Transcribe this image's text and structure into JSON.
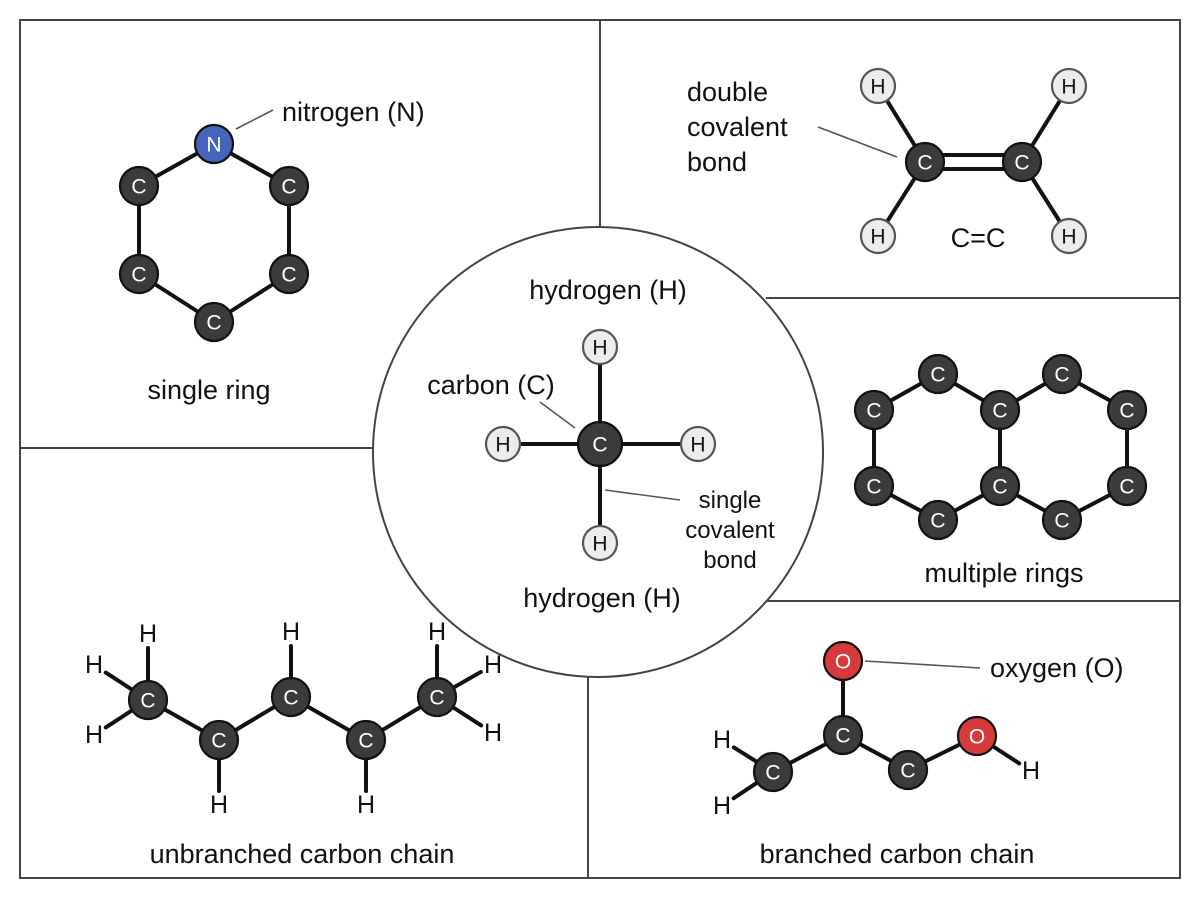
{
  "colors": {
    "carbon": "#3b3b3b",
    "hydrogen": "#ececec",
    "nitrogen": "#4466b8",
    "oxygen": "#d63a3a",
    "bond": "#111111",
    "frame": "#444444"
  },
  "atoms": {
    "C": "C",
    "H": "H",
    "N": "N",
    "O": "O"
  },
  "single_ring": {
    "nitrogen_label": "nitrogen (N)",
    "caption": "single ring"
  },
  "double_bond": {
    "bond_label_lines": [
      "double",
      "covalent",
      "bond"
    ],
    "formula": "C=C"
  },
  "methane": {
    "hydrogen_top": "hydrogen (H)",
    "hydrogen_bottom": "hydrogen (H)",
    "carbon_label": "carbon (C)",
    "single_bond_lines": [
      "single",
      "covalent",
      "bond"
    ]
  },
  "multiple_rings": {
    "caption": "multiple rings"
  },
  "unbranched": {
    "caption": "unbranched carbon chain"
  },
  "branched": {
    "oxygen_label": "oxygen (O)",
    "caption": "branched carbon chain"
  }
}
